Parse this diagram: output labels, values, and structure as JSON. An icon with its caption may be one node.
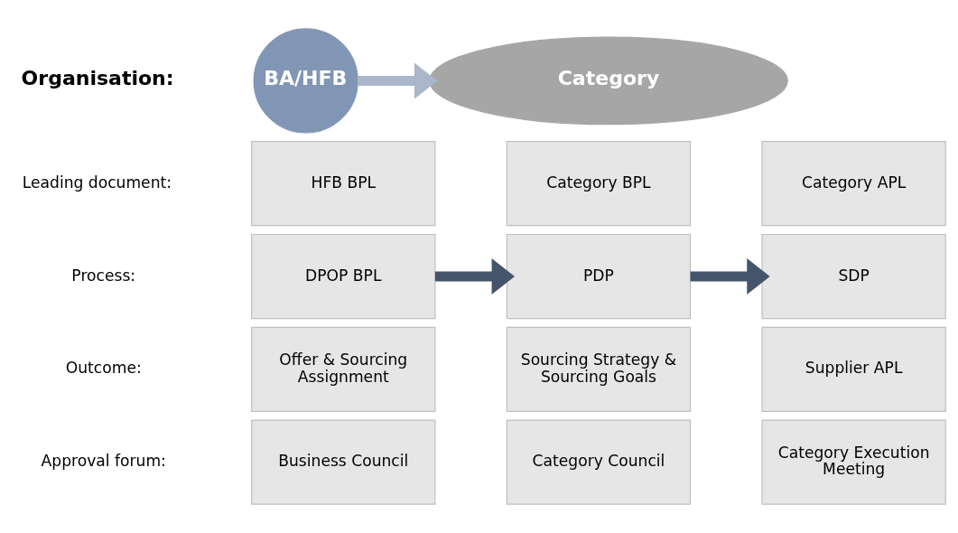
{
  "diagram": {
    "nodes": [
      {
        "text": [
          "BA/HFB"
        ]
      },
      {
        "text": [
          "Category"
        ]
      },
      {
        "text": [
          "HFB BPL"
        ]
      },
      {
        "text": [
          "Category BPL"
        ]
      },
      {
        "text": [
          "Category APL"
        ]
      },
      {
        "text": [
          "DPOP BPL"
        ]
      },
      {
        "text": [
          "PDP"
        ]
      },
      {
        "text": [
          "SDP"
        ]
      },
      {
        "text": [
          "Offer & Sourcing Assignment"
        ]
      },
      {
        "text": [
          "Sourcing Strategy & Sourcing Goals"
        ]
      },
      {
        "text": [
          "Supplier APL"
        ]
      },
      {
        "text": [
          "Business Council"
        ]
      },
      {
        "text": [
          "Category Council"
        ]
      },
      {
        "text": [
          "Category Execution Meeting"
        ]
      }
    ],
    "edges": [
      {
        "from": 0,
        "to": 1,
        "arrow": "to",
        "color": "#aab7cb"
      },
      {
        "from": 5,
        "to": 6,
        "arrow": "to"
      },
      {
        "from": 6,
        "to": 7,
        "arrow": "to"
      }
    ],
    "labels": [
      "Organisation:",
      "Leading document:",
      "Process:",
      "Outcome:",
      "Approval forum:"
    ]
  }
}
